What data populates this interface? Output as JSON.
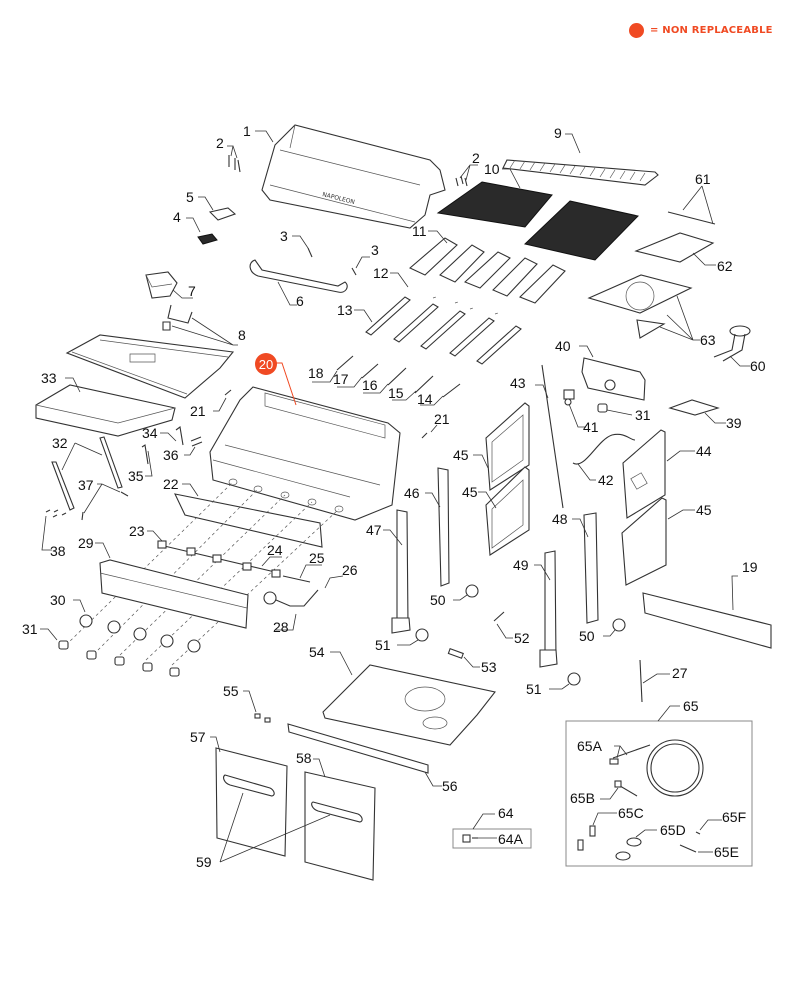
{
  "legend": {
    "marker_color": "#f04a23",
    "label": "= NON REPLACEABLE"
  },
  "highlight_color": "#f04a23",
  "callouts": {
    "c1": "1",
    "c2a": "2",
    "c2b": "2",
    "c3a": "3",
    "c3b": "3",
    "c4": "4",
    "c5": "5",
    "c6": "6",
    "c7": "7",
    "c8": "8",
    "c9": "9",
    "c10": "10",
    "c11": "11",
    "c12": "12",
    "c13": "13",
    "c14": "14",
    "c15": "15",
    "c16": "16",
    "c17": "17",
    "c18": "18",
    "c19": "19",
    "c20": "20",
    "c21a": "21",
    "c21b": "21",
    "c22": "22",
    "c23": "23",
    "c24": "24",
    "c25": "25",
    "c26": "26",
    "c27": "27",
    "c28": "28",
    "c29": "29",
    "c30": "30",
    "c31a": "31",
    "c31b": "31",
    "c32": "32",
    "c33": "33",
    "c34": "34",
    "c35": "35",
    "c36": "36",
    "c37": "37",
    "c38": "38",
    "c39": "39",
    "c40": "40",
    "c41": "41",
    "c42": "42",
    "c43": "43",
    "c44": "44",
    "c45a": "45",
    "c45b": "45",
    "c45c": "45",
    "c46": "46",
    "c47": "47",
    "c48": "48",
    "c49": "49",
    "c50a": "50",
    "c50b": "50",
    "c51a": "51",
    "c51b": "51",
    "c52": "52",
    "c53": "53",
    "c54": "54",
    "c55": "55",
    "c56": "56",
    "c57": "57",
    "c58": "58",
    "c59": "59",
    "c60": "60",
    "c61": "61",
    "c62": "62",
    "c63": "63",
    "c64": "64",
    "c64A": "64A",
    "c65": "65",
    "c65A": "65A",
    "c65B": "65B",
    "c65C": "65C",
    "c65D": "65D",
    "c65E": "65E",
    "c65F": "65F"
  },
  "non_replaceable_parts": [
    "20"
  ],
  "brand_mark": "NAPOLEON"
}
